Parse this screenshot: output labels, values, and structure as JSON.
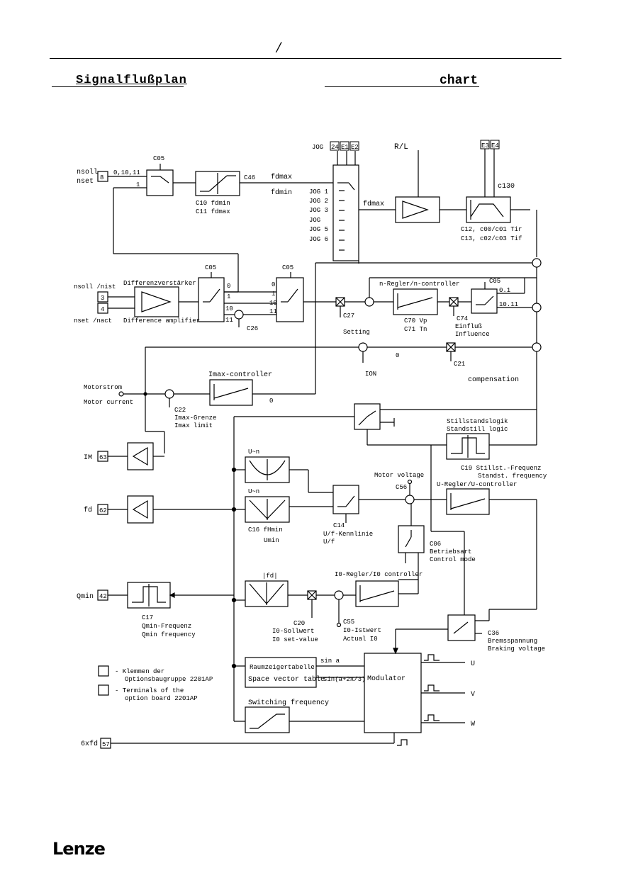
{
  "page": {
    "slash": "/",
    "title_left": "Signalflußplan",
    "title_right": "chart",
    "logo": "Lenze"
  },
  "top": {
    "jog": "JOG",
    "jog_terminals": [
      "24",
      "E1",
      "E2"
    ],
    "rl": "R/L",
    "right_terminals": [
      "E3",
      "E4"
    ],
    "c130": "c130",
    "c05_a": "C05",
    "inputs_0_10_11": "0,10,11",
    "input_1": "1",
    "nsoll": "nsoll",
    "nset": "nset",
    "term_8": "8",
    "c46": "C46",
    "fdmax": "fdmax",
    "fdmin": "fdmin",
    "c10": "C10 fdmin",
    "c11": "C11 fdmax",
    "jog_list": [
      "JOG 1",
      "JOG 2",
      "JOG 3",
      "JOG",
      "JOG 5",
      "JOG 6"
    ],
    "fdmax2": "fdmax",
    "c12": "C12, c00/c01 Tir",
    "c13": "C13, c02/c03 Tif"
  },
  "mid": {
    "nsoll_nist": "nsoll /nist",
    "nset_nact": "nset /nact",
    "term_3": "3",
    "term_4": "4",
    "diff_de": "Differenzverstärker",
    "diff_en": "Difference amplifier",
    "c05_b": "C05",
    "c05_c": "C05",
    "c26": "C26",
    "sw_labels": [
      "0",
      "1",
      "10",
      "11"
    ],
    "sw2_labels": [
      "0",
      "1",
      "10",
      "11"
    ],
    "c27": "C27",
    "setting": "Setting",
    "n_reg": "n-Regler/n-controller",
    "c70": "C70 Vp",
    "c71": "C71 Tn",
    "c74": "C74",
    "einfluss": "Einfluß",
    "influence": "Influence",
    "c05_d": "C05",
    "c05_d_labels": [
      "0.1",
      "10.11"
    ],
    "ion": "ION",
    "zero_sym": "0",
    "c21": "C21",
    "compensation": "compensation"
  },
  "imax": {
    "motorstrom": "Motorstrom",
    "motor_current": "Motor current",
    "controller": "Imax-controller",
    "c22": "C22",
    "grenze": "Imax-Grenze",
    "limit": "Imax limit",
    "zero": "0"
  },
  "low": {
    "im": "IM",
    "term_63": "63",
    "fd": "fd",
    "term_62": "62",
    "qmin": "Qmin",
    "term_42": "42",
    "c17": "C17",
    "qmin_freq_de": "Qmin-Frequenz",
    "qmin_freq_en": "Qmin  frequency",
    "still_de": "Stillstandslogik",
    "still_en": "Standstill logic",
    "c19": "C19 Stillst.-Frequenz",
    "c19_en": "Standst. frequency",
    "u_n2": "U~n",
    "u_n": "U~n",
    "motor_voltage": "Motor voltage",
    "c16": "C16 fHmin",
    "umin": "Umin",
    "c14": "C14",
    "uf_de": "U/f-Kennlinie",
    "uf_en": "U/f",
    "c56": "C56",
    "u_reg": "U-Regler/U-controller",
    "c06": "C06",
    "betriebsart": "Betriebsart",
    "control_mode": "Control mode",
    "fd_abs": "|fd|",
    "i0_reg": "I0-Regler/I0 controller",
    "c20": "C20",
    "i0_soll": "I0-Sollwert",
    "i0_set": "I0 set-value",
    "c55": "C55",
    "i0_ist": "I0-Istwert",
    "actual": "Actual I0",
    "c36": "C36",
    "brems_de": "Bremsspannung",
    "brems_en": "Braking voltage",
    "raum_de": "Raumzeigertabelle",
    "raum_en": "Space vector table",
    "sin_a": "sin a",
    "sin_a2": "sin(a+2π/3)",
    "modulator": "Modulator",
    "switching": "Switching frequency",
    "out_u": "U",
    "out_v": "V",
    "out_w": "W",
    "six_fd": "6xfd",
    "term_57": "57",
    "legend1_de": "- Klemmen der",
    "legend1_de2": "Optionsbaugruppe 2201AP",
    "legend2_en": "- Terminals of the",
    "legend2_en2": "option board 2201AP"
  }
}
